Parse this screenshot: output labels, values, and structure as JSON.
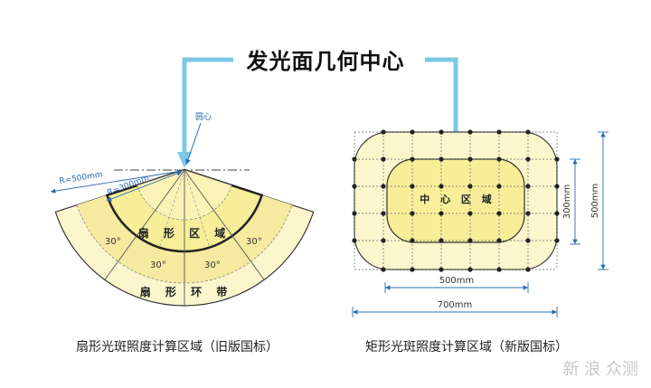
{
  "title": "发光面几何中心",
  "sector": {
    "center_label": "圆心",
    "r_outer_label": "R=500mm",
    "r_inner_label": "R=300mm",
    "inner_zone_label": "扇 形 区 域",
    "outer_zone_label": "扇 形 环 带",
    "angle_labels": [
      "30°",
      "30°",
      "30°",
      "30°"
    ],
    "caption": "扇形光斑照度计算区域（旧版国标）"
  },
  "rect": {
    "center_zone_label": "中 心 区 域",
    "width_inner_label": "500mm",
    "width_outer_label": "700mm",
    "height_inner_label": "300mm",
    "height_outer_label": "500mm",
    "caption": "矩形光斑照度计算区域（新版国标）"
  },
  "watermark": "新 浪 众测",
  "colors": {
    "arrow": "#7cc9e6",
    "inner_fill": "#f8ee9a",
    "outer_fill": "#fbf6cc",
    "mid_fill": "#f6e9a0",
    "stroke": "#333333",
    "dim": "#2b6cb0"
  }
}
